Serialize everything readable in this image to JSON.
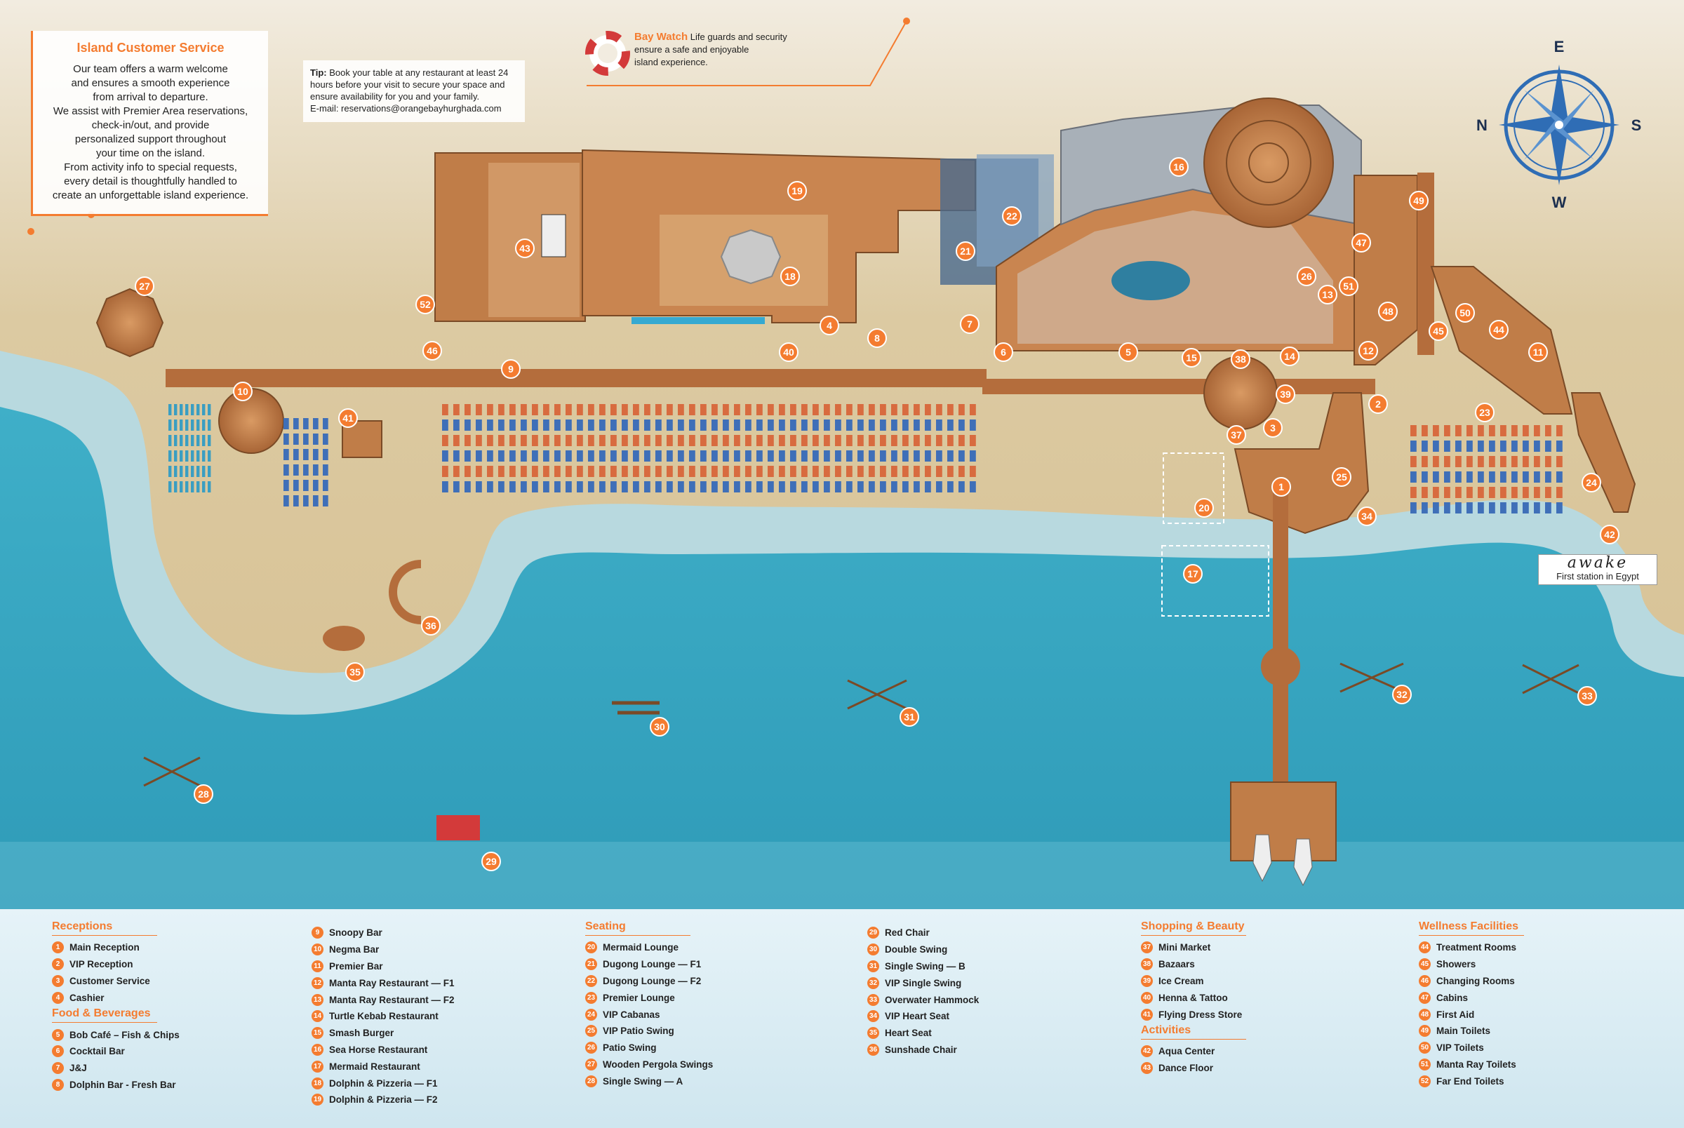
{
  "customer_service": {
    "title": "Island Customer Service",
    "lines": [
      "Our team offers a warm welcome",
      "and ensures  a smooth experience",
      "from arrival to departure.",
      "We assist with Premier Area reservations,",
      "check-in/out, and provide",
      "personalized support throughout",
      "your time on the island.",
      "From activity info to special requests,",
      "every detail is thoughtfully handled to",
      "create an unforgettable island experience."
    ]
  },
  "tip": {
    "label": "Tip:",
    "lines": [
      "Book your table at any restaurant at least 24",
      "hours before your visit to secure your space and",
      "ensure availability for you and your family.",
      "E-mail: reservations@orangebayhurghada.com"
    ]
  },
  "baywatch": {
    "title": "Bay Watch",
    "line1": "Life guards and security",
    "line2": "ensure a safe and enjoyable",
    "line3": "island experience."
  },
  "compass": {
    "top": "E",
    "left": "N",
    "right": "S",
    "bottom": "W"
  },
  "awake": {
    "logo": "awake",
    "subtitle": "First station in Egypt"
  },
  "colors": {
    "accent": "#f47c30",
    "sea": "#3aa7c2",
    "shallow": "#b9dbe2",
    "sand": "#d9c49a",
    "wood": "#c87a45"
  },
  "markers": [
    "1",
    "2",
    "3",
    "4",
    "5",
    "6",
    "7",
    "8",
    "9",
    "10",
    "11",
    "12",
    "13",
    "14",
    "15",
    "16",
    "17",
    "18",
    "19",
    "20",
    "21",
    "22",
    "23",
    "24",
    "25",
    "26",
    "27",
    "28",
    "29",
    "30",
    "31",
    "32",
    "33",
    "34",
    "35",
    "36",
    "37",
    "38",
    "39",
    "40",
    "41",
    "42",
    "43",
    "44",
    "45",
    "46",
    "47",
    "48",
    "49",
    "50",
    "51",
    "52"
  ],
  "legend": [
    {
      "heading": "Receptions",
      "items": [
        {
          "n": "1",
          "label": "Main Reception"
        },
        {
          "n": "2",
          "label": "VIP Reception"
        },
        {
          "n": "3",
          "label": "Customer Service"
        },
        {
          "n": "4",
          "label": "Cashier"
        }
      ]
    },
    {
      "heading": "Food & Beverages",
      "items": [
        {
          "n": "5",
          "label": "Bob Café – Fish & Chips"
        },
        {
          "n": "6",
          "label": "Cocktail Bar"
        },
        {
          "n": "7",
          "label": "J&J"
        },
        {
          "n": "8",
          "label": "Dolphin Bar - Fresh Bar"
        }
      ]
    },
    {
      "heading": "",
      "items": [
        {
          "n": "9",
          "label": "Snoopy Bar"
        },
        {
          "n": "10",
          "label": "Negma Bar"
        },
        {
          "n": "11",
          "label": "Premier Bar"
        },
        {
          "n": "12",
          "label": "Manta Ray Restaurant — F1"
        },
        {
          "n": "13",
          "label": "Manta Ray Restaurant — F2"
        },
        {
          "n": "14",
          "label": "Turtle Kebab Restaurant"
        },
        {
          "n": "15",
          "label": "Smash Burger"
        },
        {
          "n": "16",
          "label": "Sea Horse Restaurant"
        },
        {
          "n": "17",
          "label": "Mermaid Restaurant"
        },
        {
          "n": "18",
          "label": "Dolphin & Pizzeria — F1"
        },
        {
          "n": "19",
          "label": "Dolphin & Pizzeria — F2"
        }
      ]
    },
    {
      "heading": "Seating",
      "items": [
        {
          "n": "20",
          "label": "Mermaid Lounge"
        },
        {
          "n": "21",
          "label": "Dugong Lounge — F1"
        },
        {
          "n": "22",
          "label": "Dugong Lounge — F2"
        },
        {
          "n": "23",
          "label": "Premier Lounge"
        },
        {
          "n": "24",
          "label": "VIP Cabanas"
        },
        {
          "n": "25",
          "label": "VIP Patio Swing"
        },
        {
          "n": "26",
          "label": "Patio Swing"
        },
        {
          "n": "27",
          "label": "Wooden Pergola Swings"
        },
        {
          "n": "28",
          "label": "Single Swing — A"
        }
      ]
    },
    {
      "heading": "",
      "items": [
        {
          "n": "29",
          "label": "Red Chair"
        },
        {
          "n": "30",
          "label": "Double Swing"
        },
        {
          "n": "31",
          "label": "Single Swing — B"
        },
        {
          "n": "32",
          "label": "VIP Single Swing"
        },
        {
          "n": "33",
          "label": "Overwater Hammock"
        },
        {
          "n": "34",
          "label": "VIP Heart Seat"
        },
        {
          "n": "35",
          "label": "Heart Seat"
        },
        {
          "n": "36",
          "label": "Sunshade Chair"
        }
      ]
    },
    {
      "heading": "Shopping & Beauty",
      "items": [
        {
          "n": "37",
          "label": "Mini Market"
        },
        {
          "n": "38",
          "label": "Bazaars"
        },
        {
          "n": "39",
          "label": "Ice Cream"
        },
        {
          "n": "40",
          "label": "Henna & Tattoo"
        },
        {
          "n": "41",
          "label": "Flying Dress Store"
        }
      ]
    },
    {
      "heading": "Activities",
      "items": [
        {
          "n": "42",
          "label": "Aqua Center"
        },
        {
          "n": "43",
          "label": "Dance Floor"
        }
      ]
    },
    {
      "heading": "Wellness Facilities",
      "items": [
        {
          "n": "44",
          "label": "Treatment Rooms"
        },
        {
          "n": "45",
          "label": "Showers"
        },
        {
          "n": "46",
          "label": "Changing Rooms"
        },
        {
          "n": "47",
          "label": "Cabins"
        },
        {
          "n": "48",
          "label": "First Aid"
        },
        {
          "n": "49",
          "label": "Main Toilets"
        },
        {
          "n": "50",
          "label": "VIP Toilets"
        },
        {
          "n": "51",
          "label": "Manta Ray Toilets"
        },
        {
          "n": "52",
          "label": "Far End Toilets"
        }
      ]
    }
  ]
}
